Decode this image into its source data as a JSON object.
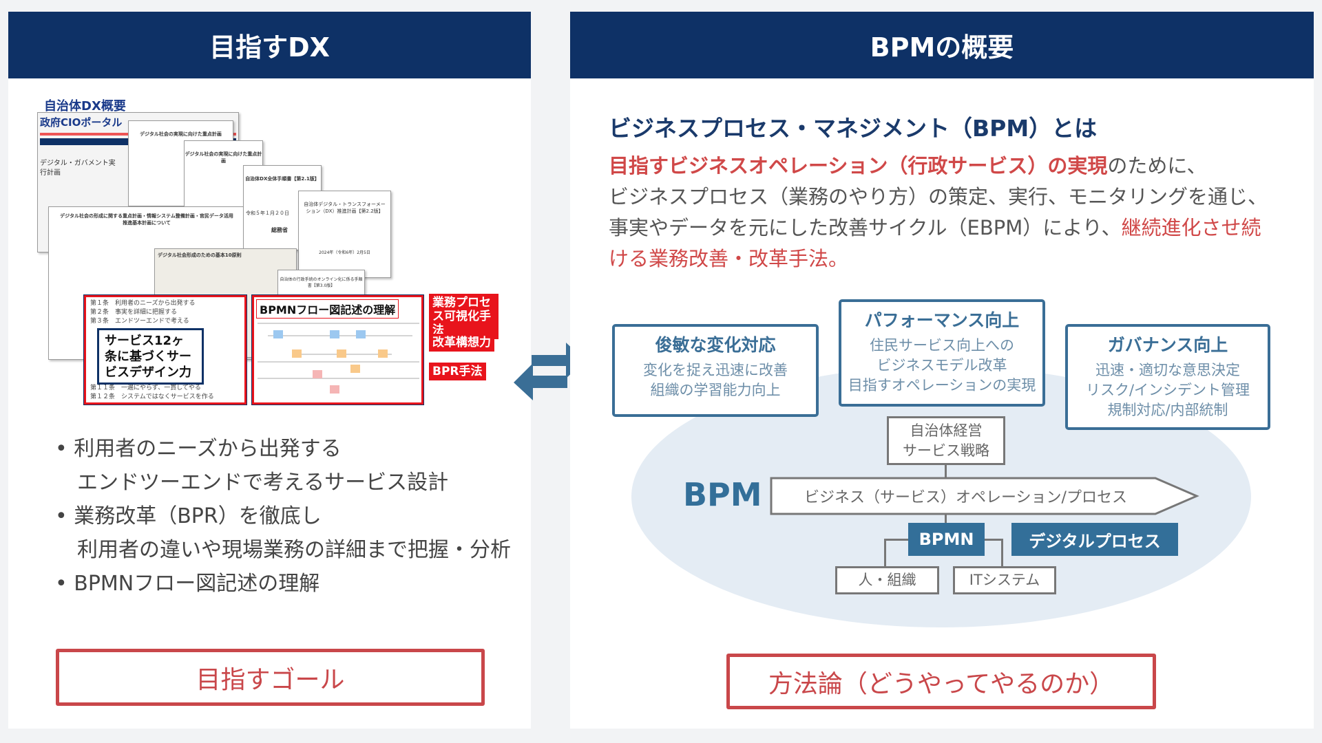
{
  "left": {
    "header": "目指すDX",
    "collage": {
      "title": "自治体DX概要",
      "portal_title": "政府CIOポータル",
      "portal_page": "デジタル・ガバメント実行計画",
      "doc1": "デジタル社会の実現に向けた重点計画",
      "doc2": "デジタル社会の実現に向けた重点計画",
      "doc3": "自治体DX全体手順書【第2.1版】",
      "doc3_date": "令和５年１月２０日",
      "doc3_org": "総務省",
      "doc4": "自治体デジタル・トランスフォーメーション（DX）推進計画【第2.2版】",
      "doc4_date": "2024年（令和6年）2月5日",
      "big_doc": "デジタル社会の形成に関する重点計画・情報システム整備計画・官民データ活用推進基本計画について",
      "principles": "デジタル社会形成のための基本10原則",
      "small_doc": "自治体の行政手続のオンライン化に係る手順書【第3.0版】",
      "articles": [
        "第１条　利用者のニーズから出発する",
        "第２条　事実を詳細に把握する",
        "第３条　エンドツーエンドで考える",
        "第１１条　一遍にやらず、一貫してやる",
        "第１２条　システムではなくサービスを作る"
      ],
      "service_box": "サービス12ヶ条に基づくサービスデザイン力",
      "bpmn_title": "BPMNフロー図記述の理解",
      "labels": [
        "業務プロセス可視化手法",
        "改革構想力",
        "BPR手法"
      ]
    },
    "bullets": [
      "• 利用者のニーズから出発する",
      "エンドツーエンドで考えるサービス設計",
      "• 業務改革（BPR）を徹底し",
      "利用者の違いや現場業務の詳細まで把握・分析",
      "• BPMNフロー図記述の理解"
    ],
    "goal_button": "目指すゴール"
  },
  "right": {
    "header": "BPMの概要",
    "heading": "ビジネスプロセス・マネジメント（BPM）とは",
    "para": {
      "l1_red": "目指すビジネスオペレーション（行政サービス）の実現",
      "l1": "のために、",
      "l2": "ビジネスプロセス（業務のやり方）の策定、実行、モニタリングを通じ、",
      "l3": "事実やデータを元にした改善サイクル（EBPM）により、",
      "l3_red": "継続進化させ続",
      "l4_red": "ける業務改善・改革手法。"
    },
    "cards": [
      {
        "title": "俊敏な変化対応",
        "lines": [
          "変化を捉え迅速に改善",
          "組織の学習能力向上"
        ]
      },
      {
        "title": "パフォーマンス向上",
        "lines": [
          "住民サービス向上への",
          "ビジネスモデル改革",
          "目指すオペレーションの実現"
        ]
      },
      {
        "title": "ガバナンス向上",
        "lines": [
          "迅速・適切な意思決定",
          "リスク/インシデント管理",
          "規制対応/内部統制"
        ]
      }
    ],
    "strategy": [
      "自治体経営",
      "サービス戦略"
    ],
    "bpm_label": "BPM",
    "process_arrow": "ビジネス（サービス）オペレーション/プロセス",
    "bpmn": "BPMN",
    "digital_process": "デジタルプロセス",
    "people": "人・組織",
    "it": "ITシステム",
    "method_button": "方法論（どうやってやるのか）"
  },
  "colors": {
    "header": "#0e3166",
    "accent": "#3a6e96",
    "red": "#d04848",
    "label_red": "#e8141c"
  }
}
